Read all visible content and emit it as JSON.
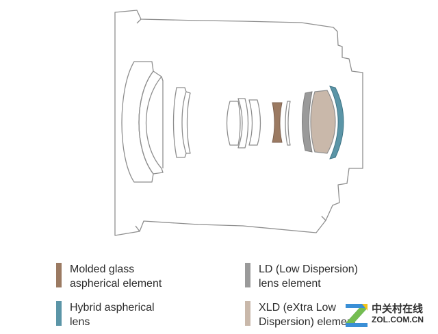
{
  "colors": {
    "outline": "#8e8e8e",
    "molded_glass_aspherical": "#9b7a62",
    "hybrid_aspherical": "#5b95a7",
    "ld": "#9a9a9a",
    "xld": "#c9b8aa"
  },
  "legend": [
    {
      "key": "molded",
      "line1": "Molded glass",
      "line2": "aspherical element",
      "color": "#9b7a62"
    },
    {
      "key": "hybrid",
      "line1": "Hybrid aspherical",
      "line2": "lens",
      "color": "#5b95a7"
    },
    {
      "key": "ld",
      "line1": "LD (Low Dispersion)",
      "line2": "lens element",
      "color": "#9a9a9a"
    },
    {
      "key": "xld",
      "line1": "XLD (eXtra Low",
      "line2": "Dispersion) element",
      "color": "#c9b8aa"
    }
  ],
  "watermark": {
    "cn": "中关村在线",
    "url": "ZOL.COM.CN",
    "logo": "z-logo-icon"
  }
}
